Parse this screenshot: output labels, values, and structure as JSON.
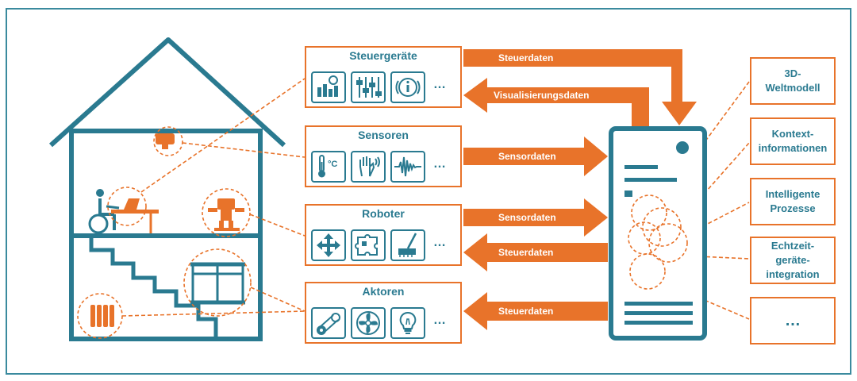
{
  "groups": {
    "steuergeraete": {
      "title": "Steuergeräte",
      "more": "…"
    },
    "sensoren": {
      "title": "Sensoren",
      "more": "…",
      "temp_unit": "°C"
    },
    "roboter": {
      "title": "Roboter",
      "more": "…"
    },
    "aktoren": {
      "title": "Aktoren",
      "more": "…"
    }
  },
  "arrows": {
    "steuerdaten_top": "Steuerdaten",
    "visualisierungsdaten": "Visualisierungsdaten",
    "sensordaten_1": "Sensordaten",
    "sensordaten_2": "Sensordaten",
    "steuerdaten_robot": "Steuerdaten",
    "steuerdaten_aktor": "Steuerdaten"
  },
  "capabilities": [
    "3D-\nWeltmodell",
    "Kontext-\ninformationen",
    "Intelligente\nProzesse",
    "Echtzeit-\ngeräte-\nintegration",
    "…"
  ],
  "colors": {
    "teal": "#2a7a90",
    "orange": "#e8732a",
    "frame": "#3a8a9e"
  },
  "icons": {
    "steuergeraete": [
      "bar-chart-clock-icon",
      "slider-controls-icon",
      "info-icon"
    ],
    "sensoren": [
      "thermometer-icon",
      "hand-touch-icon",
      "waveform-icon"
    ],
    "roboter": [
      "move-arrows-icon",
      "puzzle-icon",
      "broom-icon"
    ],
    "aktoren": [
      "gear-belt-icon",
      "fan-icon",
      "lightbulb-icon"
    ]
  }
}
